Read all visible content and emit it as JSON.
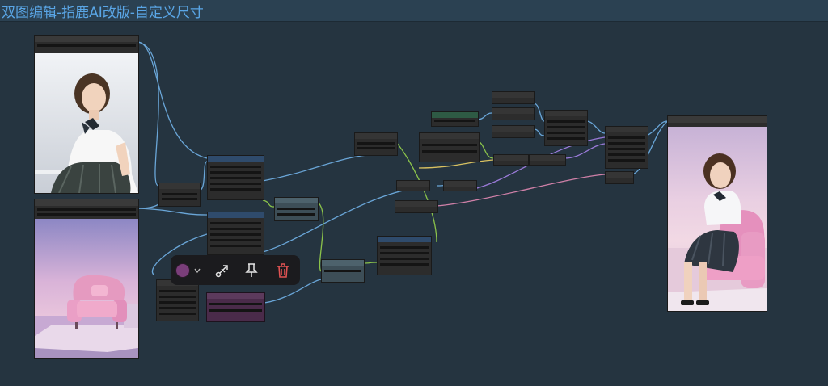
{
  "window": {
    "title": "双图编辑-指鹿AI改版-自定义尺寸"
  },
  "colors": {
    "canvas": "#253440",
    "title_text": "#5aa6e6",
    "node_body": "#2c2c2c",
    "wire_blue": "#6aa6d8",
    "wire_green": "#8bc34a",
    "wire_pink": "#d080a8",
    "wire_purple": "#9a7ad8",
    "wire_yellow": "#d8c060",
    "delete_red": "#e05252",
    "selected_color": "#7a3e7a"
  },
  "toolbar": {
    "color_icon": "color-circle",
    "dropdown_icon": "chevron-down",
    "bypass_icon": "bypass-arrow",
    "pin_icon": "pin",
    "delete_icon": "trash"
  },
  "images": {
    "input_1": "portrait-girl-school-uniform",
    "input_2": "pink-armchair-on-platform-sunset",
    "output": "girl-seated-on-pink-armchair"
  }
}
